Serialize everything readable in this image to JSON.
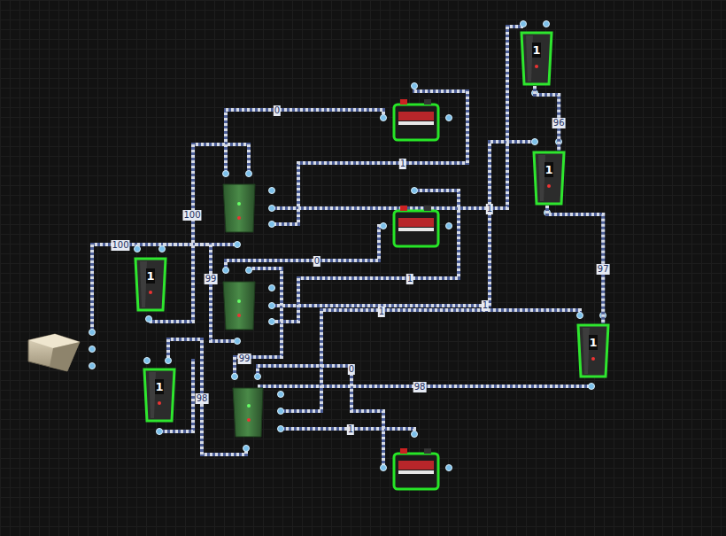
{
  "diagram": {
    "nodes": [
      {
        "text": [
          "1"
        ]
      },
      {
        "text": [
          "1"
        ]
      },
      {
        "text": [
          "1"
        ]
      },
      {
        "text": [
          "1"
        ]
      },
      {
        "text": [
          "1"
        ]
      }
    ],
    "edges": [
      {
        "from": 0,
        "to": 1,
        "arrow": "none",
        "label": "96"
      },
      {
        "from": 1,
        "to": 3,
        "arrow": "none",
        "label": "97"
      }
    ],
    "labels": [
      "0",
      "1",
      "100",
      "100",
      "1",
      "0",
      "99",
      "1",
      "1",
      "1",
      "99",
      "0",
      "98",
      "98",
      "1"
    ]
  }
}
